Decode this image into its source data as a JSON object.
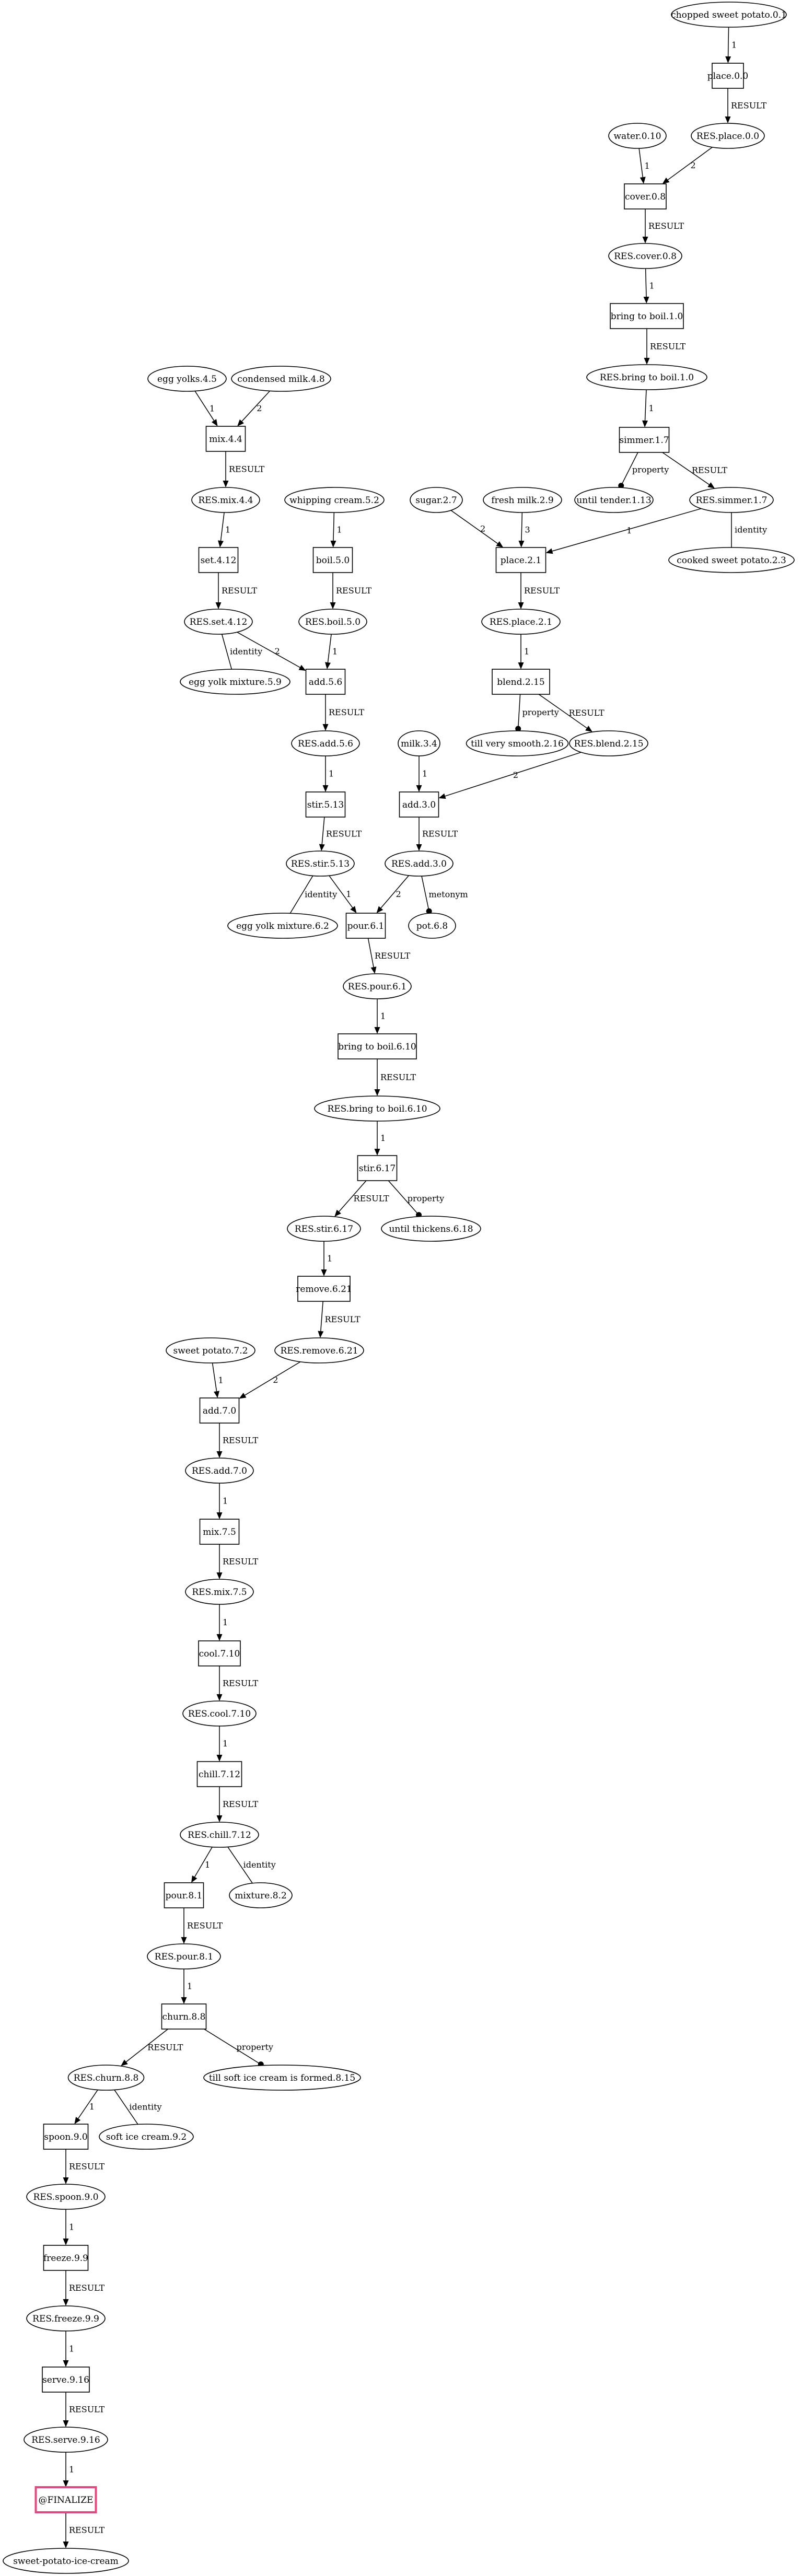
{
  "nodes": [
    {
      "id": "n_sweetpotato01",
      "label": "chopped sweet potato.0.1",
      "shape": "ellipse"
    },
    {
      "id": "n_place00",
      "label": "place.0.0",
      "shape": "box"
    },
    {
      "id": "n_res_place00",
      "label": "RES.place.0.0",
      "shape": "ellipse"
    },
    {
      "id": "n_water010",
      "label": "water.0.10",
      "shape": "ellipse"
    },
    {
      "id": "n_cover08",
      "label": "cover.0.8",
      "shape": "box"
    },
    {
      "id": "n_res_cover08",
      "label": "RES.cover.0.8",
      "shape": "ellipse"
    },
    {
      "id": "n_bringboil10",
      "label": "bring to boil.1.0",
      "shape": "box"
    },
    {
      "id": "n_res_bringboil10",
      "label": "RES.bring to boil.1.0",
      "shape": "ellipse"
    },
    {
      "id": "n_simmer17",
      "label": "simmer.1.7",
      "shape": "box"
    },
    {
      "id": "n_untiltender113",
      "label": "until tender.1.13",
      "shape": "ellipse"
    },
    {
      "id": "n_res_simmer17",
      "label": "RES.simmer.1.7",
      "shape": "ellipse"
    },
    {
      "id": "n_cookedsp23",
      "label": "cooked sweet potato.2.3",
      "shape": "ellipse"
    },
    {
      "id": "n_sugar27",
      "label": "sugar.2.7",
      "shape": "ellipse"
    },
    {
      "id": "n_freshmilk29",
      "label": "fresh milk.2.9",
      "shape": "ellipse"
    },
    {
      "id": "n_place21",
      "label": "place.2.1",
      "shape": "box"
    },
    {
      "id": "n_res_place21",
      "label": "RES.place.2.1",
      "shape": "ellipse"
    },
    {
      "id": "n_blend215",
      "label": "blend.2.15",
      "shape": "box"
    },
    {
      "id": "n_tillsmooth216",
      "label": "till very smooth.2.16",
      "shape": "ellipse"
    },
    {
      "id": "n_res_blend215",
      "label": "RES.blend.2.15",
      "shape": "ellipse"
    },
    {
      "id": "n_eggyolks45",
      "label": "egg yolks.4.5",
      "shape": "ellipse"
    },
    {
      "id": "n_condmilk48",
      "label": "condensed milk.4.8",
      "shape": "ellipse"
    },
    {
      "id": "n_mix44",
      "label": "mix.4.4",
      "shape": "box"
    },
    {
      "id": "n_res_mix44",
      "label": "RES.mix.4.4",
      "shape": "ellipse"
    },
    {
      "id": "n_set412",
      "label": "set.4.12",
      "shape": "box"
    },
    {
      "id": "n_res_set412",
      "label": "RES.set.4.12",
      "shape": "ellipse"
    },
    {
      "id": "n_eggyolkmix59",
      "label": "egg yolk mixture.5.9",
      "shape": "ellipse"
    },
    {
      "id": "n_whipcream52",
      "label": "whipping cream.5.2",
      "shape": "ellipse"
    },
    {
      "id": "n_boil50",
      "label": "boil.5.0",
      "shape": "box"
    },
    {
      "id": "n_res_boil50",
      "label": "RES.boil.5.0",
      "shape": "ellipse"
    },
    {
      "id": "n_add56",
      "label": "add.5.6",
      "shape": "box"
    },
    {
      "id": "n_res_add56",
      "label": "RES.add.5.6",
      "shape": "ellipse"
    },
    {
      "id": "n_stir513",
      "label": "stir.5.13",
      "shape": "box"
    },
    {
      "id": "n_res_stir513",
      "label": "RES.stir.5.13",
      "shape": "ellipse"
    },
    {
      "id": "n_eggyolkmix62",
      "label": "egg yolk mixture.6.2",
      "shape": "ellipse"
    },
    {
      "id": "n_milk34",
      "label": "milk.3.4",
      "shape": "ellipse"
    },
    {
      "id": "n_add30",
      "label": "add.3.0",
      "shape": "box"
    },
    {
      "id": "n_res_add30",
      "label": "RES.add.3.0",
      "shape": "ellipse"
    },
    {
      "id": "n_pour61",
      "label": "pour.6.1",
      "shape": "box"
    },
    {
      "id": "n_pot68",
      "label": "pot.6.8",
      "shape": "ellipse"
    },
    {
      "id": "n_res_pour61",
      "label": "RES.pour.6.1",
      "shape": "ellipse"
    },
    {
      "id": "n_bringboil610",
      "label": "bring to boil.6.10",
      "shape": "box"
    },
    {
      "id": "n_res_bringboil610",
      "label": "RES.bring to boil.6.10",
      "shape": "ellipse"
    },
    {
      "id": "n_stir617",
      "label": "stir.6.17",
      "shape": "box"
    },
    {
      "id": "n_res_stir617",
      "label": "RES.stir.6.17",
      "shape": "ellipse"
    },
    {
      "id": "n_untilthick618",
      "label": "until thickens.6.18",
      "shape": "ellipse"
    },
    {
      "id": "n_remove621",
      "label": "remove.6.21",
      "shape": "box"
    },
    {
      "id": "n_res_remove621",
      "label": "RES.remove.6.21",
      "shape": "ellipse"
    },
    {
      "id": "n_sweetpotato72",
      "label": "sweet potato.7.2",
      "shape": "ellipse"
    },
    {
      "id": "n_add70",
      "label": "add.7.0",
      "shape": "box"
    },
    {
      "id": "n_res_add70",
      "label": "RES.add.7.0",
      "shape": "ellipse"
    },
    {
      "id": "n_mix75",
      "label": "mix.7.5",
      "shape": "box"
    },
    {
      "id": "n_res_mix75",
      "label": "RES.mix.7.5",
      "shape": "ellipse"
    },
    {
      "id": "n_cool710",
      "label": "cool.7.10",
      "shape": "box"
    },
    {
      "id": "n_res_cool710",
      "label": "RES.cool.7.10",
      "shape": "ellipse"
    },
    {
      "id": "n_chill712",
      "label": "chill.7.12",
      "shape": "box"
    },
    {
      "id": "n_res_chill712",
      "label": "RES.chill.7.12",
      "shape": "ellipse"
    },
    {
      "id": "n_pour81",
      "label": "pour.8.1",
      "shape": "box"
    },
    {
      "id": "n_mixture82",
      "label": "mixture.8.2",
      "shape": "ellipse"
    },
    {
      "id": "n_res_pour81",
      "label": "RES.pour.8.1",
      "shape": "ellipse"
    },
    {
      "id": "n_churn88",
      "label": "churn.8.8",
      "shape": "box"
    },
    {
      "id": "n_res_churn88",
      "label": "RES.churn.8.8",
      "shape": "ellipse"
    },
    {
      "id": "n_tillsoft815",
      "label": "till soft ice cream is formed.8.15",
      "shape": "ellipse"
    },
    {
      "id": "n_spoon90",
      "label": "spoon.9.0",
      "shape": "box"
    },
    {
      "id": "n_softice92",
      "label": "soft ice cream.9.2",
      "shape": "ellipse"
    },
    {
      "id": "n_res_spoon90",
      "label": "RES.spoon.9.0",
      "shape": "ellipse"
    },
    {
      "id": "n_freeze99",
      "label": "freeze.9.9",
      "shape": "box"
    },
    {
      "id": "n_res_freeze99",
      "label": "RES.freeze.9.9",
      "shape": "ellipse"
    },
    {
      "id": "n_serve916",
      "label": "serve.9.16",
      "shape": "box"
    },
    {
      "id": "n_res_serve916",
      "label": "RES.serve.9.16",
      "shape": "ellipse"
    },
    {
      "id": "n_finalize",
      "label": "@FINALIZE",
      "shape": "final"
    },
    {
      "id": "n_output",
      "label": "sweet-potato-ice-cream",
      "shape": "ellipse"
    }
  ],
  "edges": [
    {
      "from": "n_sweetpotato01",
      "to": "n_place00",
      "label": "1",
      "head": "arrow"
    },
    {
      "from": "n_place00",
      "to": "n_res_place00",
      "label": "RESULT",
      "head": "arrow"
    },
    {
      "from": "n_water010",
      "to": "n_cover08",
      "label": "1",
      "head": "arrow"
    },
    {
      "from": "n_res_place00",
      "to": "n_cover08",
      "label": "2",
      "head": "arrow"
    },
    {
      "from": "n_cover08",
      "to": "n_res_cover08",
      "label": "RESULT",
      "head": "arrow"
    },
    {
      "from": "n_res_cover08",
      "to": "n_bringboil10",
      "label": "1",
      "head": "arrow"
    },
    {
      "from": "n_bringboil10",
      "to": "n_res_bringboil10",
      "label": "RESULT",
      "head": "arrow"
    },
    {
      "from": "n_res_bringboil10",
      "to": "n_simmer17",
      "label": "1",
      "head": "arrow"
    },
    {
      "from": "n_simmer17",
      "to": "n_untiltender113",
      "label": "property",
      "head": "dot"
    },
    {
      "from": "n_simmer17",
      "to": "n_res_simmer17",
      "label": "RESULT",
      "head": "arrow"
    },
    {
      "from": "n_res_simmer17",
      "to": "n_cookedsp23",
      "label": "identity",
      "head": "none"
    },
    {
      "from": "n_res_simmer17",
      "to": "n_place21",
      "label": "1",
      "head": "arrow"
    },
    {
      "from": "n_sugar27",
      "to": "n_place21",
      "label": "2",
      "head": "arrow"
    },
    {
      "from": "n_freshmilk29",
      "to": "n_place21",
      "label": "3",
      "head": "arrow"
    },
    {
      "from": "n_place21",
      "to": "n_res_place21",
      "label": "RESULT",
      "head": "arrow"
    },
    {
      "from": "n_res_place21",
      "to": "n_blend215",
      "label": "1",
      "head": "arrow"
    },
    {
      "from": "n_blend215",
      "to": "n_tillsmooth216",
      "label": "property",
      "head": "dot"
    },
    {
      "from": "n_blend215",
      "to": "n_res_blend215",
      "label": "RESULT",
      "head": "arrow"
    },
    {
      "from": "n_eggyolks45",
      "to": "n_mix44",
      "label": "1",
      "head": "arrow"
    },
    {
      "from": "n_condmilk48",
      "to": "n_mix44",
      "label": "2",
      "head": "arrow"
    },
    {
      "from": "n_mix44",
      "to": "n_res_mix44",
      "label": "RESULT",
      "head": "arrow"
    },
    {
      "from": "n_res_mix44",
      "to": "n_set412",
      "label": "1",
      "head": "arrow"
    },
    {
      "from": "n_set412",
      "to": "n_res_set412",
      "label": "RESULT",
      "head": "arrow"
    },
    {
      "from": "n_res_set412",
      "to": "n_eggyolkmix59",
      "label": "identity",
      "head": "none"
    },
    {
      "from": "n_res_set412",
      "to": "n_add56",
      "label": "2",
      "head": "arrow"
    },
    {
      "from": "n_whipcream52",
      "to": "n_boil50",
      "label": "1",
      "head": "arrow"
    },
    {
      "from": "n_boil50",
      "to": "n_res_boil50",
      "label": "RESULT",
      "head": "arrow"
    },
    {
      "from": "n_res_boil50",
      "to": "n_add56",
      "label": "1",
      "head": "arrow"
    },
    {
      "from": "n_add56",
      "to": "n_res_add56",
      "label": "RESULT",
      "head": "arrow"
    },
    {
      "from": "n_res_add56",
      "to": "n_stir513",
      "label": "1",
      "head": "arrow"
    },
    {
      "from": "n_stir513",
      "to": "n_res_stir513",
      "label": "RESULT",
      "head": "arrow"
    },
    {
      "from": "n_res_stir513",
      "to": "n_eggyolkmix62",
      "label": "identity",
      "head": "none"
    },
    {
      "from": "n_res_stir513",
      "to": "n_pour61",
      "label": "1",
      "head": "arrow"
    },
    {
      "from": "n_milk34",
      "to": "n_add30",
      "label": "1",
      "head": "arrow"
    },
    {
      "from": "n_res_blend215",
      "to": "n_add30",
      "label": "2",
      "head": "arrow"
    },
    {
      "from": "n_add30",
      "to": "n_res_add30",
      "label": "RESULT",
      "head": "arrow"
    },
    {
      "from": "n_res_add30",
      "to": "n_pour61",
      "label": "2",
      "head": "arrow"
    },
    {
      "from": "n_res_add30",
      "to": "n_pot68",
      "label": "metonym",
      "head": "dot"
    },
    {
      "from": "n_pour61",
      "to": "n_res_pour61",
      "label": "RESULT",
      "head": "arrow"
    },
    {
      "from": "n_res_pour61",
      "to": "n_bringboil610",
      "label": "1",
      "head": "arrow"
    },
    {
      "from": "n_bringboil610",
      "to": "n_res_bringboil610",
      "label": "RESULT",
      "head": "arrow"
    },
    {
      "from": "n_res_bringboil610",
      "to": "n_stir617",
      "label": "1",
      "head": "arrow"
    },
    {
      "from": "n_stir617",
      "to": "n_res_stir617",
      "label": "RESULT",
      "head": "arrow"
    },
    {
      "from": "n_stir617",
      "to": "n_untilthick618",
      "label": "property",
      "head": "dot"
    },
    {
      "from": "n_res_stir617",
      "to": "n_remove621",
      "label": "1",
      "head": "arrow"
    },
    {
      "from": "n_remove621",
      "to": "n_res_remove621",
      "label": "RESULT",
      "head": "arrow"
    },
    {
      "from": "n_sweetpotato72",
      "to": "n_add70",
      "label": "1",
      "head": "arrow"
    },
    {
      "from": "n_res_remove621",
      "to": "n_add70",
      "label": "2",
      "head": "arrow"
    },
    {
      "from": "n_add70",
      "to": "n_res_add70",
      "label": "RESULT",
      "head": "arrow"
    },
    {
      "from": "n_res_add70",
      "to": "n_mix75",
      "label": "1",
      "head": "arrow"
    },
    {
      "from": "n_mix75",
      "to": "n_res_mix75",
      "label": "RESULT",
      "head": "arrow"
    },
    {
      "from": "n_res_mix75",
      "to": "n_cool710",
      "label": "1",
      "head": "arrow"
    },
    {
      "from": "n_cool710",
      "to": "n_res_cool710",
      "label": "RESULT",
      "head": "arrow"
    },
    {
      "from": "n_res_cool710",
      "to": "n_chill712",
      "label": "1",
      "head": "arrow"
    },
    {
      "from": "n_chill712",
      "to": "n_res_chill712",
      "label": "RESULT",
      "head": "arrow"
    },
    {
      "from": "n_res_chill712",
      "to": "n_pour81",
      "label": "1",
      "head": "arrow"
    },
    {
      "from": "n_res_chill712",
      "to": "n_mixture82",
      "label": "identity",
      "head": "none"
    },
    {
      "from": "n_pour81",
      "to": "n_res_pour81",
      "label": "RESULT",
      "head": "arrow"
    },
    {
      "from": "n_res_pour81",
      "to": "n_churn88",
      "label": "1",
      "head": "arrow"
    },
    {
      "from": "n_churn88",
      "to": "n_res_churn88",
      "label": "RESULT",
      "head": "arrow"
    },
    {
      "from": "n_churn88",
      "to": "n_tillsoft815",
      "label": "property",
      "head": "dot"
    },
    {
      "from": "n_res_churn88",
      "to": "n_spoon90",
      "label": "1",
      "head": "arrow"
    },
    {
      "from": "n_res_churn88",
      "to": "n_softice92",
      "label": "identity",
      "head": "none"
    },
    {
      "from": "n_spoon90",
      "to": "n_res_spoon90",
      "label": "RESULT",
      "head": "arrow"
    },
    {
      "from": "n_res_spoon90",
      "to": "n_freeze99",
      "label": "1",
      "head": "arrow"
    },
    {
      "from": "n_freeze99",
      "to": "n_res_freeze99",
      "label": "RESULT",
      "head": "arrow"
    },
    {
      "from": "n_res_freeze99",
      "to": "n_serve916",
      "label": "1",
      "head": "arrow"
    },
    {
      "from": "n_serve916",
      "to": "n_res_serve916",
      "label": "RESULT",
      "head": "arrow"
    },
    {
      "from": "n_res_serve916",
      "to": "n_finalize",
      "label": "1",
      "head": "arrow"
    },
    {
      "from": "n_finalize",
      "to": "n_output",
      "label": "RESULT",
      "head": "arrow"
    }
  ],
  "colors": {
    "stroke": "#000000",
    "finalize_stroke": "#e8467c",
    "fill": "#ffffff"
  }
}
